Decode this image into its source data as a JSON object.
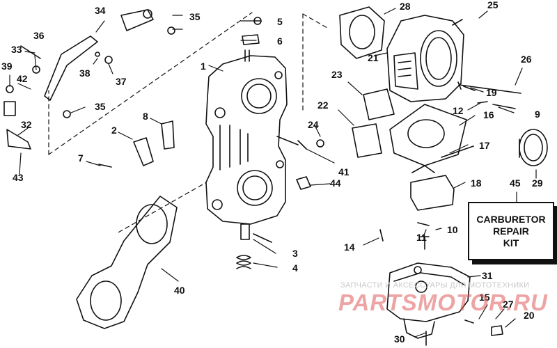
{
  "labels": {
    "l1": "1",
    "l2": "2",
    "l3": "3",
    "l4": "4",
    "l5": "5",
    "l6": "6",
    "l7": "7",
    "l8": "8",
    "l9": "9",
    "l10": "10",
    "l11": "11",
    "l12": "12",
    "l14": "14",
    "l15": "15",
    "l16": "16",
    "l17": "17",
    "l18": "18",
    "l19": "19",
    "l20": "20",
    "l21": "21",
    "l22": "22",
    "l23": "23",
    "l24": "24",
    "l25": "25",
    "l26": "26",
    "l27": "27",
    "l28": "28",
    "l29": "29",
    "l30": "30",
    "l31": "31",
    "l32": "32",
    "l33": "33",
    "l34": "34",
    "l35a": "35",
    "l35b": "35",
    "l36": "36",
    "l37": "37",
    "l38": "38",
    "l39": "39",
    "l40": "40",
    "l41": "41",
    "l42": "42",
    "l43": "43",
    "l44": "44",
    "l45": "45"
  },
  "kit": {
    "line1": "CARBURETOR",
    "line2": "REPAIR",
    "line3": "KIT"
  },
  "watermark": {
    "top_text": "ЗАПЧАСТИ И АКСЕССУАРЫ ДЛЯ МОТОТЕХНИКИ",
    "main_text": "PARTSMOTOR.RU",
    "color": "#de5a5a"
  }
}
